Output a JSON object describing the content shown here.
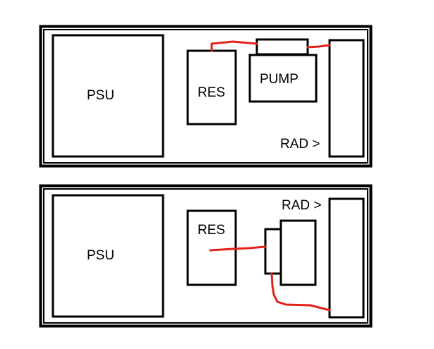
{
  "colors": {
    "outline": "#000000",
    "tube": "#e32119",
    "background": "#ffffff"
  },
  "diagrams": [
    {
      "psu_label": "PSU",
      "res_label": "RES",
      "pump_label": "PUMP",
      "rad_label": "RAD >"
    },
    {
      "psu_label": "PSU",
      "res_label": "RES",
      "rad_label": "RAD >"
    }
  ]
}
